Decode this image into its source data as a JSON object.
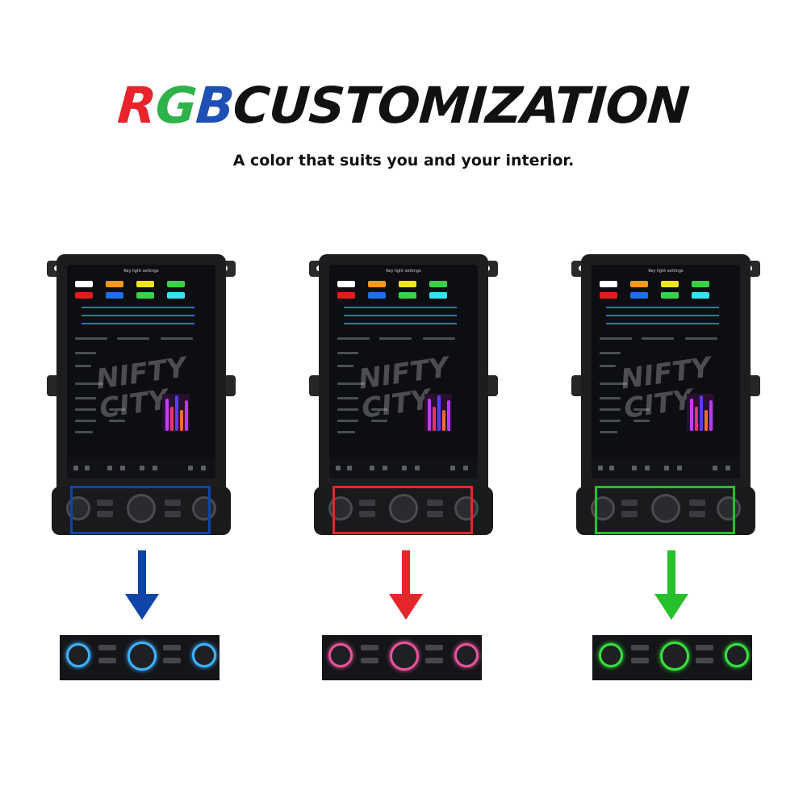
{
  "header": {
    "title_r": "R",
    "title_g": "G",
    "title_b": "B",
    "title_rest": " CUSTOMIZATION",
    "subtitle": "A color that suits you and your interior."
  },
  "screen": {
    "title": "Key light settings",
    "watermark_line1": "NIFTY",
    "watermark_line2": "CITY"
  },
  "colors": {
    "title_r": "#e8232a",
    "title_g": "#2db34a",
    "title_b": "#1e4fb5",
    "swatches_row1": [
      "#ffffff",
      "#f59a1f",
      "#f2e41c",
      "#3ad14a"
    ],
    "swatches_row2": [
      "#e01d1d",
      "#1f6fe8",
      "#3ad14a",
      "#37e3f0"
    ]
  },
  "variants": [
    {
      "id": "blue",
      "color": "#0f45a8",
      "glow": "#3fb2ff"
    },
    {
      "id": "red",
      "color": "#e5262b",
      "glow": "#e9539a"
    },
    {
      "id": "green",
      "color": "#25c02b",
      "glow": "#36e13d"
    }
  ]
}
